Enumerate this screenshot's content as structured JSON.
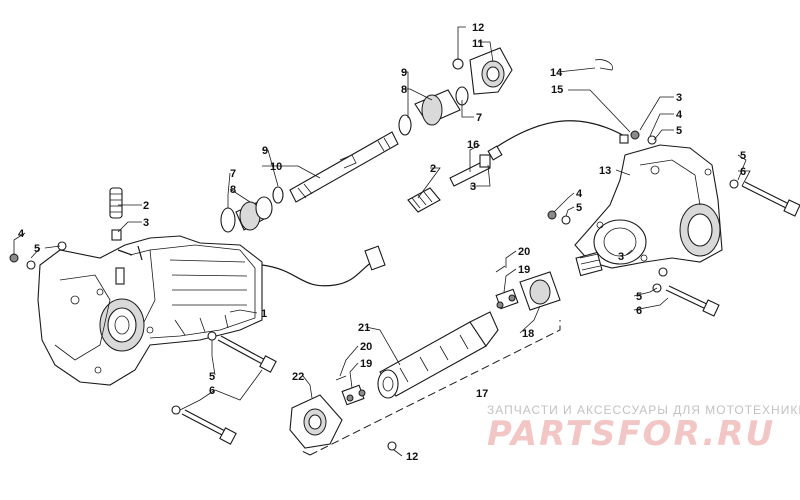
{
  "diagram": {
    "callouts": [
      "1",
      "2",
      "3",
      "4",
      "5",
      "6",
      "7",
      "8",
      "9",
      "10",
      "11",
      "12",
      "13",
      "14",
      "15",
      "16",
      "17",
      "18",
      "19",
      "20",
      "21",
      "22"
    ],
    "labels": [
      {
        "id": "c-12a",
        "text": "12"
      },
      {
        "id": "c-11",
        "text": "11"
      },
      {
        "id": "c-9a",
        "text": "9"
      },
      {
        "id": "c-8a",
        "text": "8"
      },
      {
        "id": "c-7a",
        "text": "7"
      },
      {
        "id": "c-14",
        "text": "14"
      },
      {
        "id": "c-15",
        "text": "15"
      },
      {
        "id": "c-3a",
        "text": "3"
      },
      {
        "id": "c-4a",
        "text": "4"
      },
      {
        "id": "c-5a",
        "text": "5"
      },
      {
        "id": "c-9b",
        "text": "9"
      },
      {
        "id": "c-10",
        "text": "10"
      },
      {
        "id": "c-16",
        "text": "16"
      },
      {
        "id": "c-2a",
        "text": "2"
      },
      {
        "id": "c-3b",
        "text": "3"
      },
      {
        "id": "c-13",
        "text": "13"
      },
      {
        "id": "c-5b",
        "text": "5"
      },
      {
        "id": "c-6a",
        "text": "6"
      },
      {
        "id": "c-7b",
        "text": "7"
      },
      {
        "id": "c-8b",
        "text": "8"
      },
      {
        "id": "c-2b",
        "text": "2"
      },
      {
        "id": "c-3c",
        "text": "3"
      },
      {
        "id": "c-4b",
        "text": "4"
      },
      {
        "id": "c-5c",
        "text": "5"
      },
      {
        "id": "c-4c",
        "text": "4"
      },
      {
        "id": "c-5d",
        "text": "5"
      },
      {
        "id": "c-3d",
        "text": "3"
      },
      {
        "id": "c-20a",
        "text": "20"
      },
      {
        "id": "c-19a",
        "text": "19"
      },
      {
        "id": "c-1",
        "text": "1"
      },
      {
        "id": "c-5e",
        "text": "5"
      },
      {
        "id": "c-6b",
        "text": "6"
      },
      {
        "id": "c-21",
        "text": "21"
      },
      {
        "id": "c-18",
        "text": "18"
      },
      {
        "id": "c-20b",
        "text": "20"
      },
      {
        "id": "c-19b",
        "text": "19"
      },
      {
        "id": "c-5f",
        "text": "5"
      },
      {
        "id": "c-6c",
        "text": "6"
      },
      {
        "id": "c-22",
        "text": "22"
      },
      {
        "id": "c-17",
        "text": "17"
      },
      {
        "id": "c-12b",
        "text": "12"
      }
    ]
  },
  "watermark": {
    "tagline": "ЗАПЧАСТИ И АКСЕССУАРЫ ДЛЯ МОТОТЕХНИКИ",
    "logo": "PARTSFOR.RU"
  },
  "colors": {
    "line": "#1a1a1a",
    "watermark_text": "#c2c2c2",
    "watermark_logo": "#f3c6c6"
  }
}
